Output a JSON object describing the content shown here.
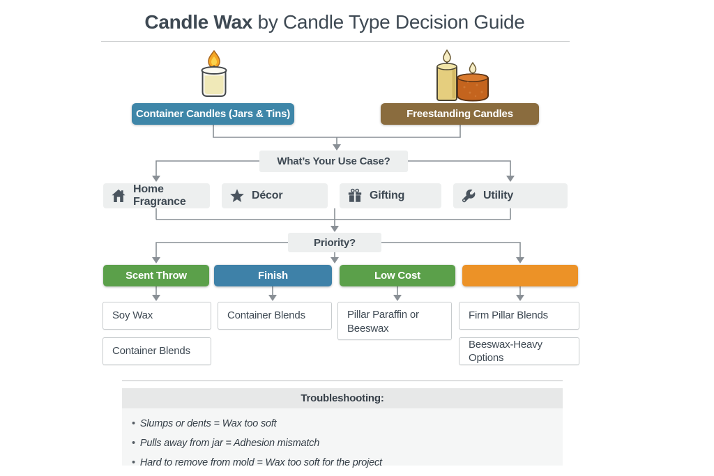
{
  "title": {
    "emphasis": "Candle Wax",
    "rest": " by Candle Type Decision Guide"
  },
  "branches": {
    "container": {
      "label": "Container Candles (Jars & Tins)",
      "illustration": "jar-candle",
      "color": "#3E86A8"
    },
    "freestanding": {
      "label": "Freestanding Candles",
      "illustration": "pillar-candles",
      "color": "#8A6C3E"
    }
  },
  "use_case": {
    "question": "What’s Your Use Case?",
    "options": [
      {
        "label": "Home Fragrance",
        "icon": "house-icon"
      },
      {
        "label": "Décor",
        "icon": "star-icon"
      },
      {
        "label": "Gifting",
        "icon": "gift-icon"
      },
      {
        "label": "Utility",
        "icon": "wrench-icon"
      }
    ]
  },
  "priority": {
    "question": "Priority?",
    "branches": [
      {
        "label": "Scent Throw",
        "color": "#5BA04A",
        "results": [
          "Soy Wax",
          "Container Blends"
        ]
      },
      {
        "label": "Finish",
        "color": "#3E81A8",
        "results": [
          "Container Blends"
        ]
      },
      {
        "label": "Low Cost",
        "color": "#5BA04A",
        "results": [
          "Pillar Paraffin or Beeswax"
        ]
      },
      {
        "label": "",
        "color": "#EC9227",
        "results": [
          "Firm Pillar Blends",
          "Beeswax-Heavy Options"
        ]
      }
    ]
  },
  "troubleshooting": {
    "title": "Troubleshooting:",
    "items": [
      "Slumps or dents = Wax too soft",
      "Pulls away from jar = Adhesion mismatch",
      "Hard to remove from mold = Wax too soft for the project"
    ]
  },
  "colors": {
    "container_branch": "#3E86A8",
    "freestanding_branch": "#8A6C3E",
    "question_box": "#EDEFEF",
    "green": "#5BA04A",
    "blue": "#3E81A8",
    "orange": "#EC9227",
    "connector": "#898F95",
    "text_dark": "#3E4953"
  }
}
